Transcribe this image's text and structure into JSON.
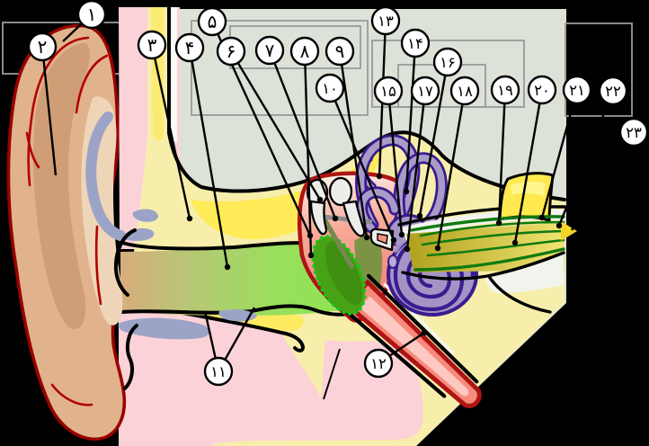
{
  "diagram": {
    "kind": "ear-anatomy-figure",
    "marker_numerals": [
      "۱",
      "۲",
      "۳",
      "۴",
      "۵",
      "۶",
      "۷",
      "۸",
      "۹",
      "۱۰",
      "۱۱",
      "۱۲",
      "۱۳",
      "۱۴",
      "۱۵",
      "۱۶",
      "۱۷",
      "۱۸",
      "۱۹",
      "۲۰",
      "۲۱",
      "۲۲",
      "۲۳"
    ],
    "colors": {
      "bg": "#000000",
      "canvas": "#dde2d8",
      "box_stroke": "#9a9a9a",
      "marker_fill": "#ffffff",
      "marker_stroke": "#000000",
      "marker_text": "#000000",
      "leader": "#000000",
      "pinna_fill": "#e0b38c",
      "pinna_ridge": "#cf9d76",
      "pinna_light": "#efd5b8",
      "pinna_outline": "#990000",
      "skin_pink": "#fbd2d8",
      "cartilage_blue": "#9ba3c7",
      "bone_yellow": "#f7eeab",
      "bone_bright": "#ffe94f",
      "canal_green": "#8de353",
      "eardrum_green": "#47a315",
      "eardrum_dot": "#0ccc1a",
      "cavity_fill": "#f5907f",
      "cavity_outline": "#ae1414",
      "tube_salmon": "#f68b7c",
      "tube_inner": "#fdc9c2",
      "ossicle_fill": "#ededea",
      "inner_ear_fill": "#a494c6",
      "inner_ear_outline": "#3a1b8f",
      "nerve_green": "#107a10",
      "meatus_white": "#f3f3ee",
      "arrow_yellow": "#f5d327"
    }
  }
}
